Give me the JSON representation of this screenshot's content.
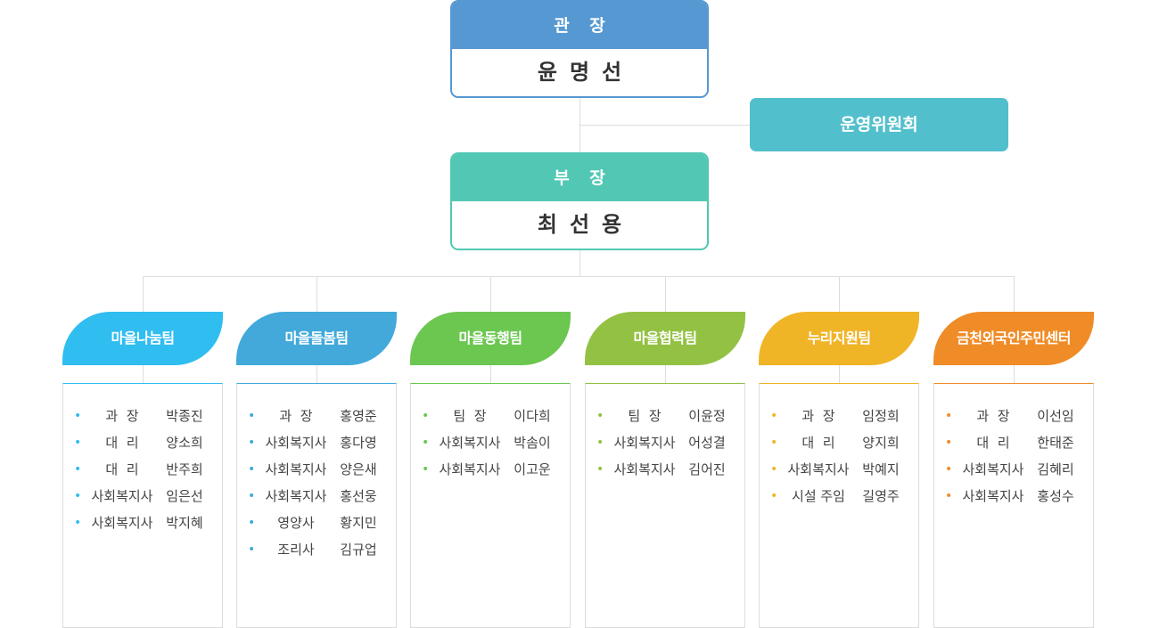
{
  "director": {
    "role": "관 장",
    "name": "윤명선"
  },
  "committee": {
    "label": "운영위원회"
  },
  "deputy": {
    "role": "부 장",
    "name": "최선용"
  },
  "teams": [
    {
      "name": "마을나눔팀",
      "color": "#30bdf0",
      "dot_color": "#30bdf0",
      "members": [
        {
          "title": "과  장",
          "name": "박종진"
        },
        {
          "title": "대  리",
          "name": "양소희"
        },
        {
          "title": "대  리",
          "name": "반주희"
        },
        {
          "title": "사회복지사",
          "name": "임은선"
        },
        {
          "title": "사회복지사",
          "name": "박지혜"
        }
      ]
    },
    {
      "name": "마을돌봄팀",
      "color": "#42a9da",
      "dot_color": "#42a9da",
      "members": [
        {
          "title": "과  장",
          "name": "홍영준"
        },
        {
          "title": "사회복지사",
          "name": "홍다영"
        },
        {
          "title": "사회복지사",
          "name": "양은새"
        },
        {
          "title": "사회복지사",
          "name": "홍선웅"
        },
        {
          "title": "영양사",
          "name": "황지민"
        },
        {
          "title": "조리사",
          "name": "김규업"
        }
      ]
    },
    {
      "name": "마을동행팀",
      "color": "#6cc751",
      "dot_color": "#6cc751",
      "members": [
        {
          "title": "팀  장",
          "name": "이다희"
        },
        {
          "title": "사회복지사",
          "name": "박솜이"
        },
        {
          "title": "사회복지사",
          "name": "이고운"
        }
      ]
    },
    {
      "name": "마을협력팀",
      "color": "#93c144",
      "dot_color": "#93c144",
      "members": [
        {
          "title": "팀  장",
          "name": "이윤정"
        },
        {
          "title": "사회복지사",
          "name": "어성결"
        },
        {
          "title": "사회복지사",
          "name": "김어진"
        }
      ]
    },
    {
      "name": "누리지원팀",
      "color": "#f0b427",
      "dot_color": "#f0b427",
      "members": [
        {
          "title": "과  장",
          "name": "임정희"
        },
        {
          "title": "대  리",
          "name": "양지희"
        },
        {
          "title": "사회복지사",
          "name": "박예지"
        },
        {
          "title": "시설 주임",
          "name": "길영주"
        }
      ]
    },
    {
      "name": "금천외국인주민센터",
      "color": "#f08c28",
      "dot_color": "#f08c28",
      "members": [
        {
          "title": "과  장",
          "name": "이선임"
        },
        {
          "title": "대  리",
          "name": "한태준"
        },
        {
          "title": "사회복지사",
          "name": "김혜리"
        },
        {
          "title": "사회복지사",
          "name": "홍성수"
        }
      ]
    }
  ]
}
